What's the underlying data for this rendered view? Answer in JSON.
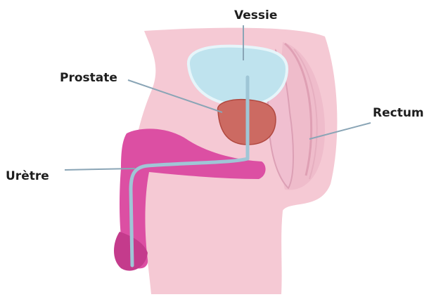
{
  "labels": {
    "vessie": "Vessie",
    "prostate": "Prostate",
    "rectum": "Rectum",
    "uretre": "Urètre"
  },
  "colors": {
    "body": "#f5c9d4",
    "body_shadow": "#eab4c3",
    "bladder": "#bfe3ee",
    "bladder_rim": "#e6f5fa",
    "prostate": "#cc6a62",
    "prostate_dark": "#b0483f",
    "penis": "#dc4fa3",
    "penis_dark": "#c43b8c",
    "urethra": "#9fc6d6",
    "leader": "#8aa5b6"
  }
}
